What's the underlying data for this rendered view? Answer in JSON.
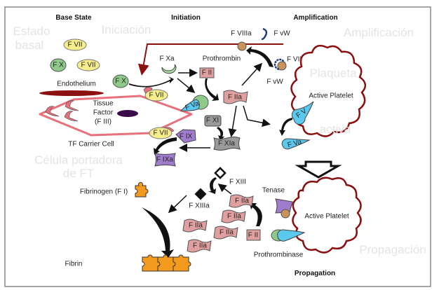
{
  "headers": {
    "base_state": "Base State",
    "initiation": "Initiation",
    "amplification": "Amplification",
    "propagation": "Propagation"
  },
  "ghost": {
    "g1": "Estado",
    "g2": "basal",
    "g3": "Iniciación",
    "g4": "Amplificación",
    "g5": "Célula portadora",
    "g6": "de FT",
    "g7": "Plaqueta",
    "g8": "activa",
    "g9": "Propagación"
  },
  "base": {
    "fvii_1": "F VII",
    "fx": "F X",
    "fvii_2": "F VII",
    "endothelium": "Endothelium",
    "tissue": "Tissue",
    "factor": "Factor",
    "fiii": "(F III)",
    "tf_cell": "TF Carrier Cell"
  },
  "initiation": {
    "fx": "F X",
    "fxa_label": "F Xa",
    "prothrombin": "Prothrombin",
    "fii": "F II",
    "fvii": "F VII",
    "fva": "F Va",
    "fiia": "F IIa",
    "fxi": "F XI",
    "fxia": "F XIa",
    "fix": "F IX",
    "fvii_2": "F VII",
    "fixa": "F IXa"
  },
  "amplification": {
    "fviiia": "F VIIIa",
    "fvw_1": "F vW",
    "fviii": "F VIII",
    "fvw_2": "F vW",
    "platelet": "Active Platelet",
    "fv": "F V",
    "fva": "F Va"
  },
  "propagation": {
    "fxiii": "F XIII",
    "fxiiia": "F XIIIa",
    "fibrinogen": "Fibrinogen (F I)",
    "fibrin": "Fibrin",
    "fiia": "F IIa",
    "fii": "F II",
    "tenase": "Tenase",
    "prothrombinase": "Prothrombinase",
    "platelet": "Active Platelet"
  },
  "colors": {
    "cell_outline": "#e8707a",
    "endothelium": "#8b1010",
    "platelet_outline": "#8b0e0e",
    "fvii": "#f6ee8c",
    "fx": "#8fc98a",
    "fiia": "#e0a0a0",
    "fva": "#5bc8ee",
    "fix": "#a07ccc",
    "fxi": "#9a9a9a",
    "fibrin": "#f49a1e",
    "fviii": "#c8945a",
    "fvw": "#1f3a78"
  }
}
